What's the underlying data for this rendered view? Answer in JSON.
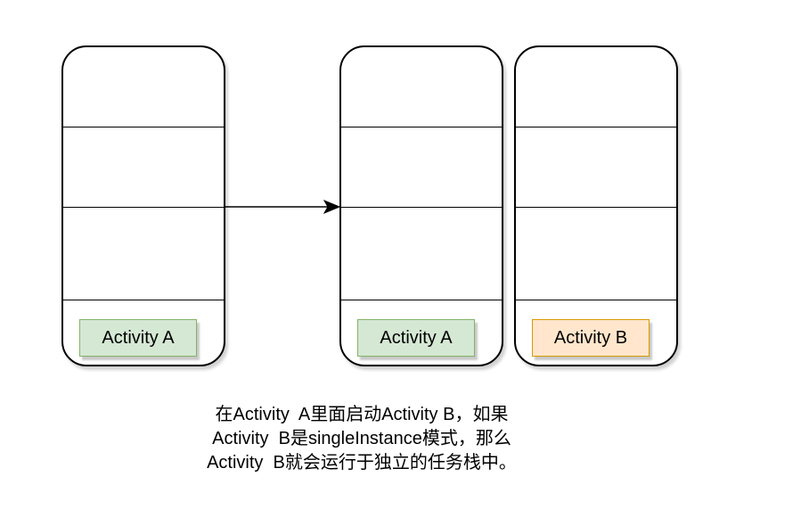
{
  "stacks": [
    {
      "activity": "Activity A",
      "color": "#d5e8d4"
    },
    {
      "activity": "Activity A",
      "color": "#d5e8d4"
    },
    {
      "activity": "Activity B",
      "color": "#ffe6cc"
    }
  ],
  "caption": {
    "lines": [
      "在Activity  A里面启动Activity B，如果",
      "Activity  B是singleInstance模式，那么",
      "Activity  B就会运行于独立的任务栈中。"
    ]
  }
}
